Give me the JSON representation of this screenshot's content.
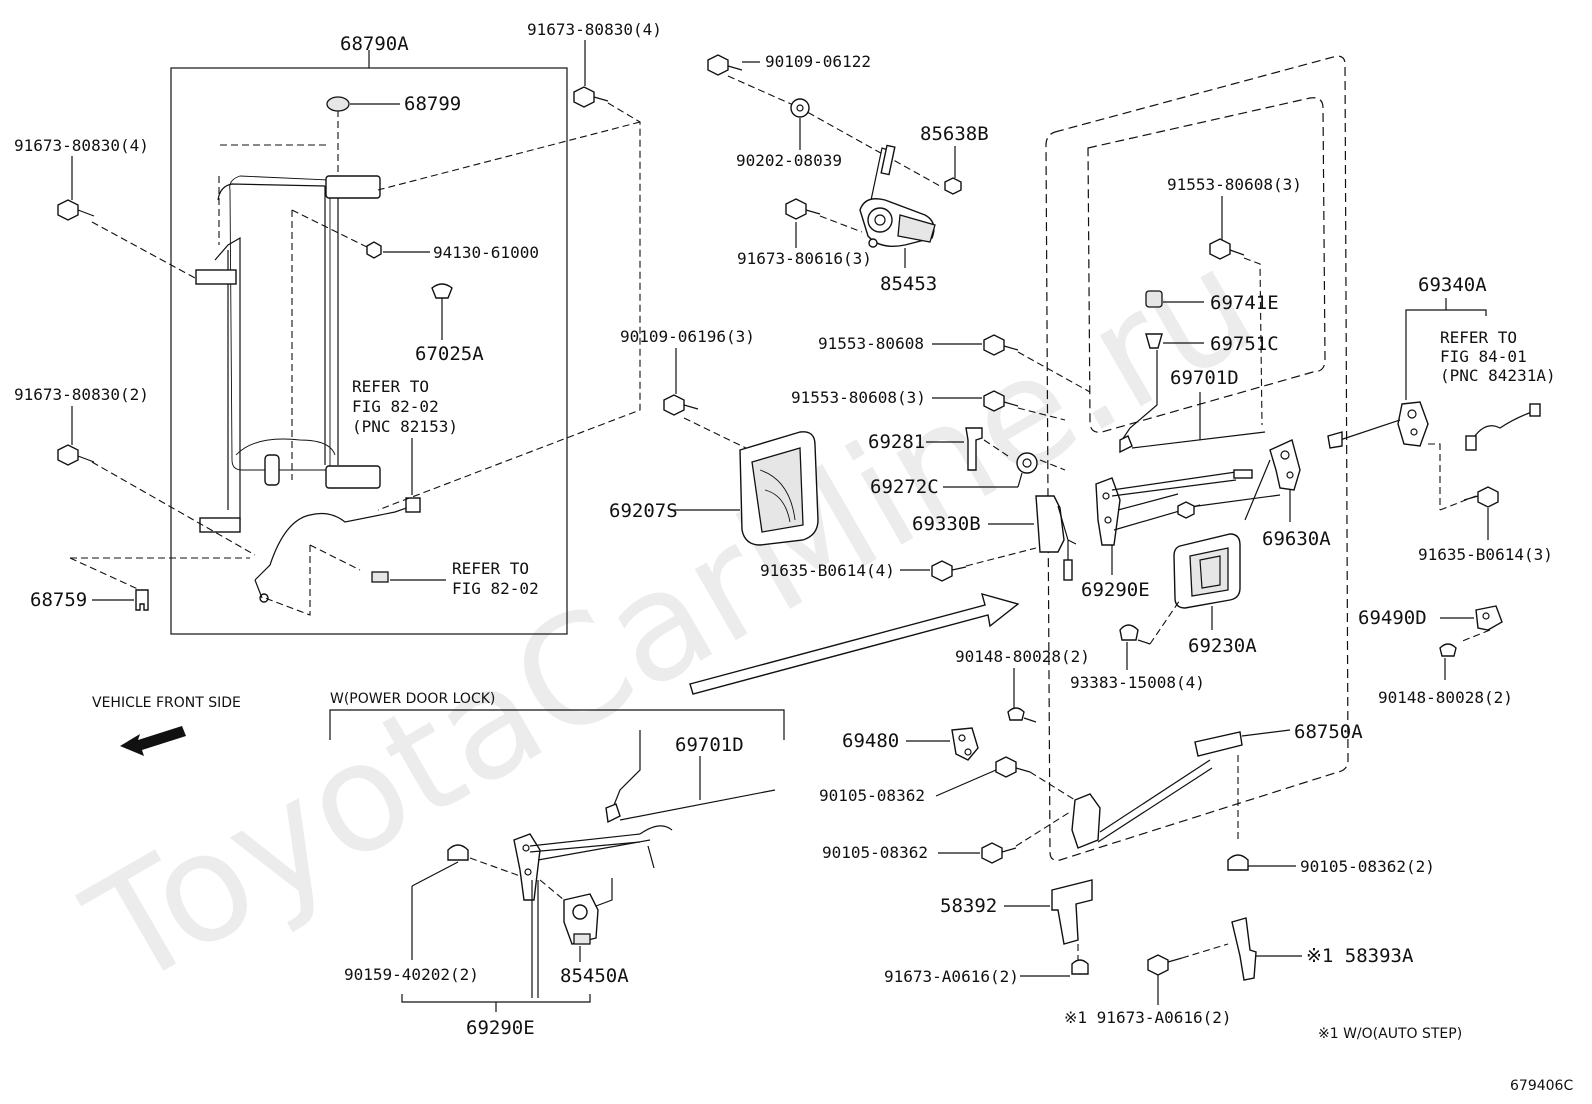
{
  "watermark": "ToyotaCarMine.ru",
  "diagram_id": "679406C",
  "labels": {
    "p68790A": "68790A",
    "p91673_80830_4_top": "91673-80830(4)",
    "p91673_80830_4_left": "91673-80830(4)",
    "p91673_80830_2": "91673-80830(2)",
    "p68799": "68799",
    "p94130_61000": "94130-61000",
    "p67025A": "67025A",
    "refer_82153_l1": "REFER TO",
    "refer_82153_l2": "FIG 82-02",
    "refer_82153_l3": "(PNC 82153)",
    "refer_8202_l1": "REFER TO",
    "refer_8202_l2": "FIG 82-02",
    "p68759": "68759",
    "vehicle_front": "VEHICLE FRONT SIDE",
    "p90109_06122": "90109-06122",
    "p90202_08039": "90202-08039",
    "p85638B": "85638B",
    "p91673_80616_3": "91673-80616(3)",
    "p85453": "85453",
    "p90109_06196_3": "90109-06196(3)",
    "p69207S": "69207S",
    "p91553_80608_3_top": "91553-80608(3)",
    "p91553_80608": "91553-80608",
    "p91553_80608_3_mid": "91553-80608(3)",
    "p69741E": "69741E",
    "p69751C": "69751C",
    "p69701D_top": "69701D",
    "p69281": "69281",
    "p69272C": "69272C",
    "p69330B": "69330B",
    "p91635_B0614_4": "91635-B0614(4)",
    "p69290E_mid": "69290E",
    "p69230A": "69230A",
    "p69630A": "69630A",
    "p69340A": "69340A",
    "refer_84231A_l1": "REFER TO",
    "refer_84231A_l2": "FIG 84-01",
    "refer_84231A_l3": "(PNC 84231A)",
    "p91635_B0614_3": "91635-B0614(3)",
    "p69490D": "69490D",
    "p90148_80028_2_right": "90148-80028(2)",
    "p90148_80028_2_mid": "90148-80028(2)",
    "p93383_15008_4": "93383-15008(4)",
    "p69480": "69480",
    "p68750A": "68750A",
    "p90105_08362_a": "90105-08362",
    "p90105_08362_b": "90105-08362",
    "p90105_08362_2": "90105-08362(2)",
    "p58392": "58392",
    "p91673_A0616_2_left": "91673-A0616(2)",
    "p91673_A0616_2_bottom": "※1 91673-A0616(2)",
    "p58393A": "※1 58393A",
    "footnote": "※1 W/O(AUTO STEP)",
    "power_door_lock": "W(POWER DOOR LOCK)",
    "p69701D_bottom": "69701D",
    "p90159_40202_2": "90159-40202(2)",
    "p85450A": "85450A",
    "p69290E_bottom": "69290E"
  }
}
